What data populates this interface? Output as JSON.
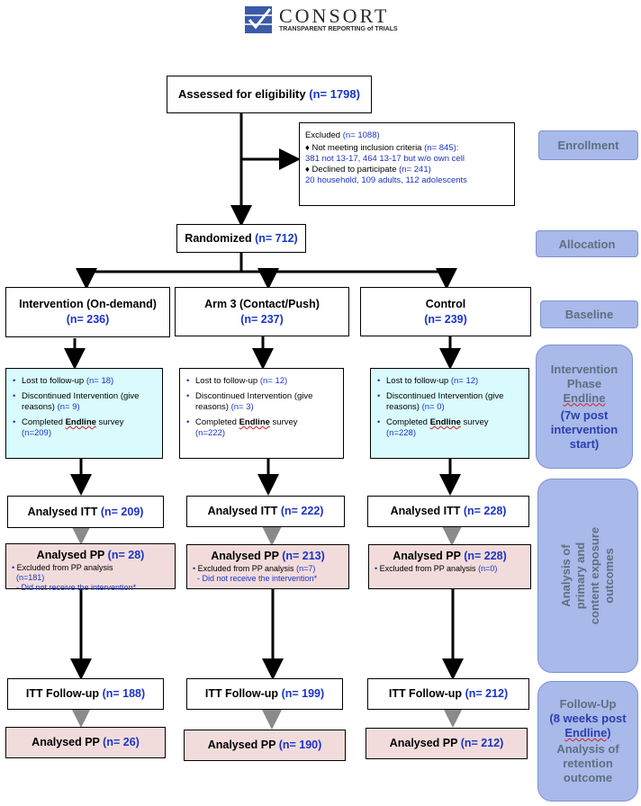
{
  "logo": {
    "word": "CONSORT",
    "tagline": "TRANSPARENT REPORTING of TRIALS"
  },
  "assessed": {
    "label": "Assessed for eligibility",
    "n": "(n= 1798)"
  },
  "excluded": {
    "label": "Excluded",
    "n": "(n= 1088)",
    "item1_label": "Not meeting inclusion criteria",
    "item1_n": "(n= 845):",
    "item1_detail": "381 not 13-17, 464 13-17 but w/o own cell",
    "item2_label": "Declined to participate",
    "item2_n": "(n= 241)",
    "item2_detail": "20 household, 109 adults, 112 adolescents"
  },
  "randomized": {
    "label": "Randomized",
    "n": "(n= 712)"
  },
  "phases": {
    "enrollment": "Enrollment",
    "allocation": "Allocation",
    "baseline": "Baseline",
    "intervention_1": "Intervention",
    "intervention_2": "Phase",
    "intervention_3": "Endline",
    "intervention_4": "(7w post intervention start)",
    "analysis": "Analysis of primary and content exposure outcomes",
    "followup_1": "Follow-Up",
    "followup_2": "(8 weeks post",
    "followup_3": "Endline)",
    "followup_4": "Analysis of retention outcome"
  },
  "arms": [
    {
      "name": "Intervention (On-demand)",
      "n": "(n= 236)",
      "lost_label": "Lost to follow-up",
      "lost_n": "(n= 18)",
      "disc_label": "Discontinued Intervention (give reasons)",
      "disc_n": "(n= 9)",
      "comp_label_a": "Completed ",
      "comp_label_b": "Endline",
      "comp_label_c": " survey",
      "comp_n": "(n=209)",
      "itt_label": "Analysed ITT",
      "itt_n": "(n= 209)",
      "pp_label": "Analysed PP",
      "pp_n": "(n= 28)",
      "pp_excl": "Excluded from PP analysis",
      "pp_excl_n": "(n=181)",
      "pp_reason": "Did not receive the intervention*",
      "fu_label": "ITT Follow-up",
      "fu_n": "(n= 188)",
      "fpp_label": "Analysed PP",
      "fpp_n": "(n= 26)"
    },
    {
      "name": "Arm 3 (Contact/Push)",
      "n": "(n= 237)",
      "lost_label": "Lost to follow-up",
      "lost_n": "(n= 12)",
      "disc_label": "Discontinued Intervention (give reasons)",
      "disc_n": "(n= 3)",
      "comp_label_a": "Completed ",
      "comp_label_b": "Endline",
      "comp_label_c": " survey",
      "comp_n": "(n=222)",
      "itt_label": "Analysed ITT",
      "itt_n": "(n= 222)",
      "pp_label": "Analysed PP",
      "pp_n": "(n= 213)",
      "pp_excl": "Excluded from PP analysis",
      "pp_excl_n": "(n=7)",
      "pp_reason": "Did not receive the intervention*",
      "fu_label": "ITT Follow-up",
      "fu_n": "(n= 199)",
      "fpp_label": "Analysed PP",
      "fpp_n": "(n= 190)"
    },
    {
      "name": "Control",
      "n": "(n= 239)",
      "lost_label": "Lost to follow-up",
      "lost_n": "(n= 12)",
      "disc_label": "Discontinued Intervention (give reasons)",
      "disc_n": "(n= 0)",
      "comp_label_a": "Completed ",
      "comp_label_b": "Endline",
      "comp_label_c": " survey",
      "comp_n": "(n=228)",
      "itt_label": "Analysed ITT",
      "itt_n": "(n= 228)",
      "pp_label": "Analysed PP",
      "pp_n": "(n= 228)",
      "pp_excl": "Excluded from PP analysis",
      "pp_excl_n": "(n=0)",
      "pp_reason": "",
      "fu_label": "ITT Follow-up",
      "fu_n": "(n= 212)",
      "fpp_label": "Analysed PP",
      "fpp_n": "(n= 212)"
    }
  ]
}
